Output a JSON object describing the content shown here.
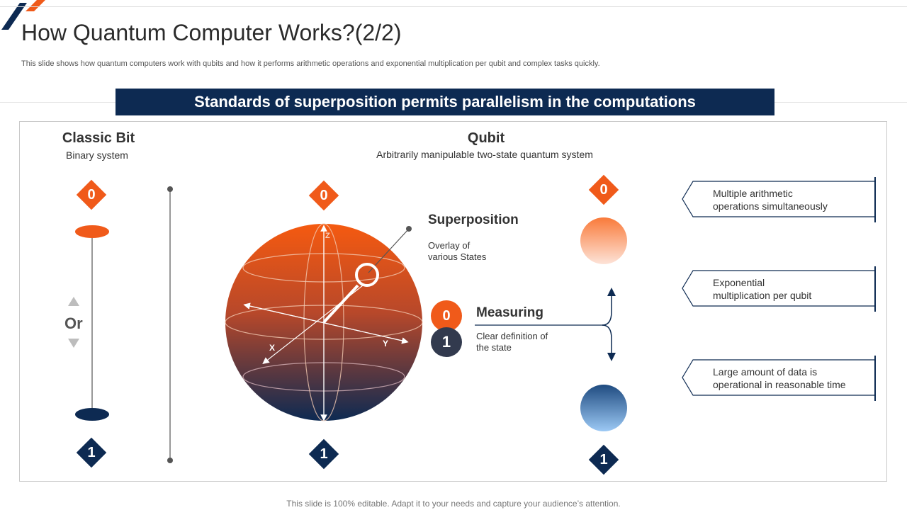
{
  "title": "How Quantum Computer Works?(2/2)",
  "subtitle": "This slide shows how quantum computers work with qubits and how it performs arithmetic operations and exponential multiplication per qubit and complex tasks quickly.",
  "banner": "Standards of superposition permits parallelism in the computations",
  "classic": {
    "heading": "Classic Bit",
    "sub": "Binary system",
    "zero": "0",
    "one": "1",
    "or": "Or"
  },
  "qubit": {
    "heading": "Qubit",
    "sub": "Arbitrarily manipulable two-state quantum system",
    "zero": "0",
    "one": "1"
  },
  "axes": {
    "z": "Z",
    "x": "X",
    "y": "Y"
  },
  "superposition": {
    "heading": "Superposition",
    "line1": "Overlay of",
    "line2": "various States"
  },
  "measuring": {
    "heading": "Measuring",
    "line1": "Clear definition of",
    "line2": "the state",
    "zero": "0",
    "one": "1"
  },
  "states": {
    "zero": "0",
    "one": "1"
  },
  "callouts": [
    {
      "line1": "Multiple arithmetic",
      "line2": "operations simultaneously"
    },
    {
      "line1": "Exponential",
      "line2": "multiplication per qubit"
    },
    {
      "line1": "Large amount of data is",
      "line2": "operational in reasonable time"
    }
  ],
  "footer": "This slide is 100% editable. Adapt it to your needs and capture your audience’s attention.",
  "colors": {
    "orange": "#f05a1a",
    "navy": "#0d2a52",
    "lightBlue": "#9cc9f5"
  }
}
